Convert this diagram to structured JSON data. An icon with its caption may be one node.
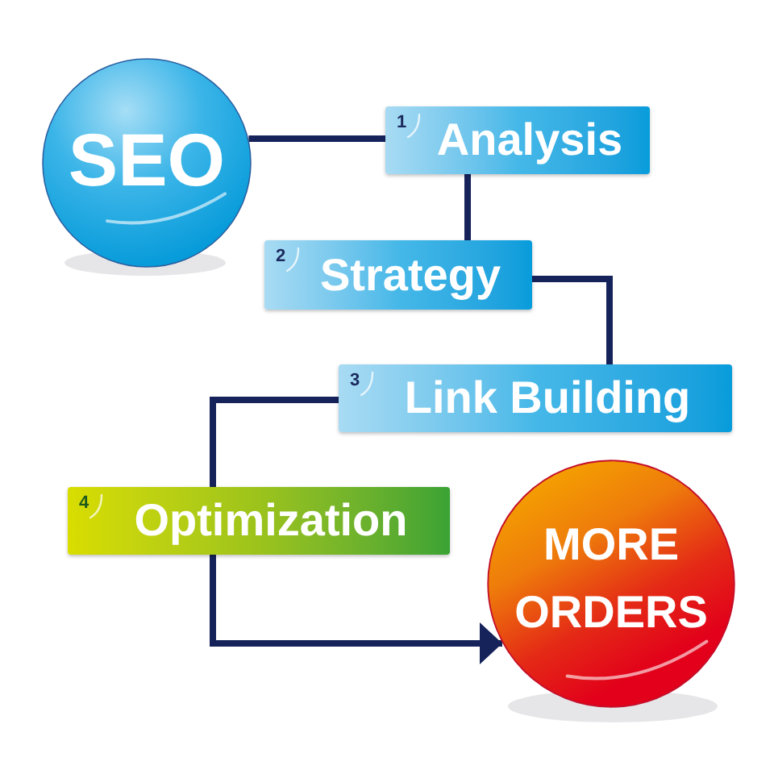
{
  "diagram": {
    "nodes": [
      {
        "text": [
          "SEO"
        ]
      },
      {
        "text": [
          "1",
          "Analysis"
        ]
      },
      {
        "text": [
          "2",
          "Strategy"
        ]
      },
      {
        "text": [
          "3",
          "Link Building"
        ]
      },
      {
        "text": [
          "4",
          "Optimization"
        ]
      },
      {
        "text": [
          "MORE ORDERS"
        ]
      }
    ],
    "edges": [
      {
        "from": 0,
        "to": 1,
        "arrow": "none"
      },
      {
        "from": 1,
        "to": 2,
        "arrow": "none"
      },
      {
        "from": 2,
        "to": 3,
        "arrow": "none"
      },
      {
        "from": 3,
        "to": 4,
        "arrow": "none"
      },
      {
        "from": 4,
        "to": 5,
        "arrow": "to"
      }
    ]
  }
}
